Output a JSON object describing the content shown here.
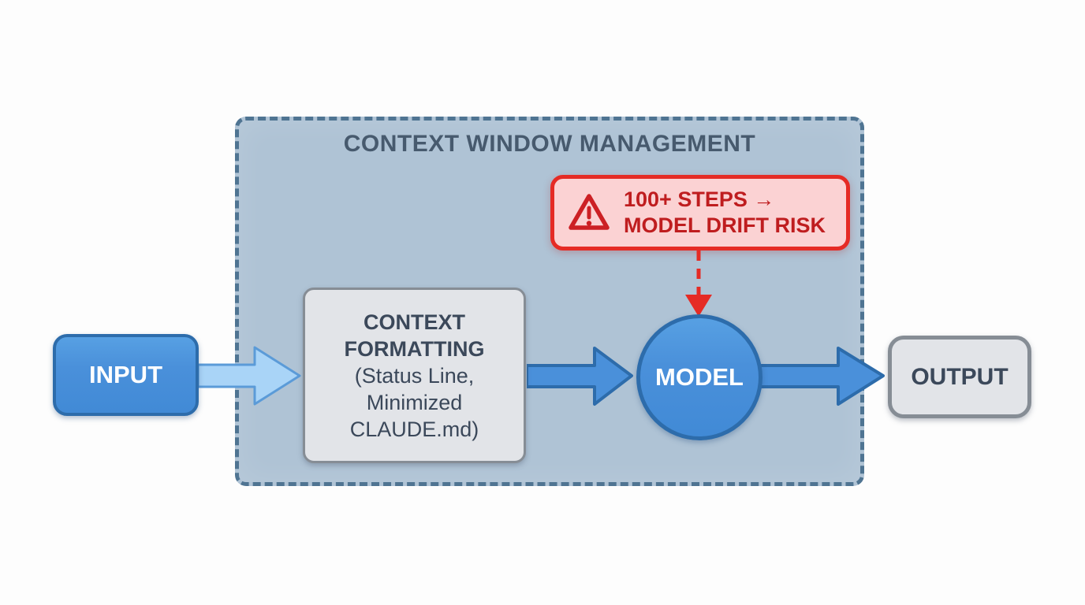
{
  "diagram": {
    "container": {
      "title": "CONTEXT WINDOW MANAGEMENT",
      "fill_color": "#afc3d5",
      "border_color": "#4f7492",
      "title_color": "#475a6e"
    },
    "warning": {
      "line1": "100+ STEPS →",
      "line2": "MODEL DRIFT RISK",
      "icon": "warning-triangle-icon",
      "fill_color": "#fbd2d3",
      "border_color": "#e52b25",
      "text_color": "#bf1d1f"
    },
    "nodes": {
      "input": {
        "label": "INPUT",
        "fill_color": "#4a90da",
        "border_color": "#2d6cab",
        "text_color": "#ffffff"
      },
      "context_formatting": {
        "title": "CONTEXT FORMATTING",
        "subtitle": "(Status Line, Minimized CLAUDE.md)",
        "fill_color": "#e2e4e8",
        "border_color": "#98a0a9",
        "text_color": "#3b485a"
      },
      "model": {
        "label": "MODEL",
        "fill_color": "#4a90da",
        "border_color": "#2d6cab",
        "text_color": "#ffffff"
      },
      "output": {
        "label": "OUTPUT",
        "fill_color": "#e2e4e8",
        "border_color": "#868d95",
        "text_color": "#3b485a"
      }
    },
    "arrows": {
      "input_to_context": {
        "style": "light-blue",
        "fill_color": "#a9d4f7",
        "border_color": "#5b9bd8",
        "direction": "right"
      },
      "context_to_model": {
        "style": "blue",
        "fill_color": "#4a90da",
        "border_color": "#2d6cab",
        "direction": "right"
      },
      "model_to_output": {
        "style": "blue",
        "fill_color": "#4a90da",
        "border_color": "#2d6cab",
        "direction": "right"
      },
      "drift_risk_to_model": {
        "style": "red-dashed",
        "color": "#e52b25",
        "direction": "down"
      }
    }
  }
}
